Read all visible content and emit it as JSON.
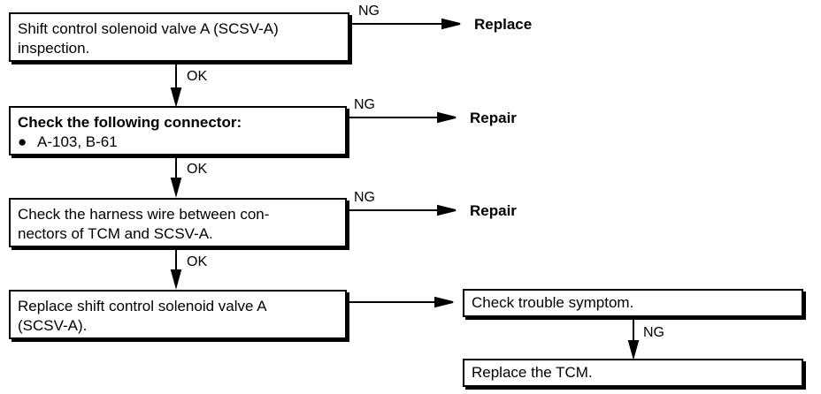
{
  "steps": [
    {
      "lines": [
        "Shift control solenoid valve A (SCSV-A)",
        "inspection."
      ],
      "ng_label": "NG",
      "ng_result": "Replace",
      "ok_label": "OK"
    },
    {
      "lines": [
        "Check the following connector:"
      ],
      "bullet": "●",
      "bullet_text": "A-103, B-61",
      "ng_label": "NG",
      "ng_result": "Repair",
      "ok_label": "OK"
    },
    {
      "lines": [
        "Check the harness wire between con-",
        "nectors of TCM and SCSV-A."
      ],
      "ng_label": "NG",
      "ng_result": "Repair",
      "ok_label": "OK"
    },
    {
      "lines": [
        "Replace shift control solenoid valve A",
        "(SCSV-A)."
      ]
    }
  ],
  "followup": {
    "symptom": "Check trouble symptom.",
    "ng_label": "NG",
    "final": "Replace the TCM."
  }
}
